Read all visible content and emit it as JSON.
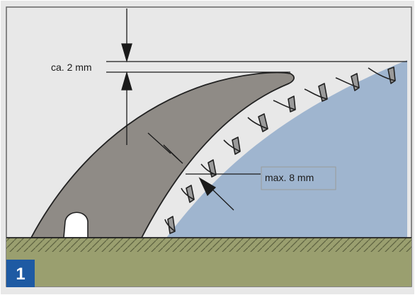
{
  "labels": {
    "clearance_top": "ca. 2 mm",
    "clearance_side": "max. 8 mm"
  },
  "badge": {
    "number": "1"
  },
  "colors": {
    "background": "#e8e8e8",
    "blade": "#9fb5cf",
    "riving_knife": "#8f8b86",
    "table": "#9a9f6f",
    "badge": "#1e5aa3",
    "frame": "#666666"
  }
}
